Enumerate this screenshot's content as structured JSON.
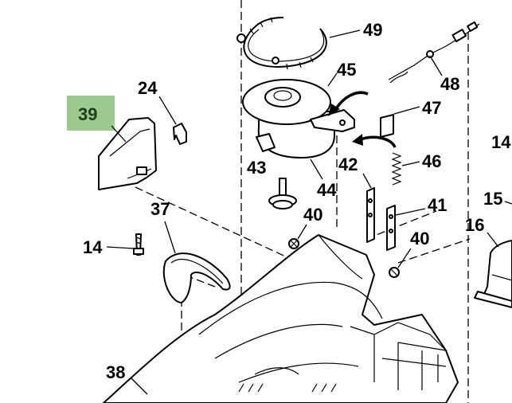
{
  "diagram": {
    "highlight_color": "#9bc98f",
    "highlighted_callout": "39",
    "callouts": {
      "c39": "39",
      "c24": "24",
      "c49": "49",
      "c45": "45",
      "c48": "48",
      "c47": "47",
      "c14a": "14",
      "c14b": "14",
      "c46": "46",
      "c42": "42",
      "c43": "43",
      "c44": "44",
      "c15": "15",
      "c41": "41",
      "c37": "37",
      "c40a": "40",
      "c40b": "40",
      "c16": "16",
      "c38": "38"
    }
  }
}
